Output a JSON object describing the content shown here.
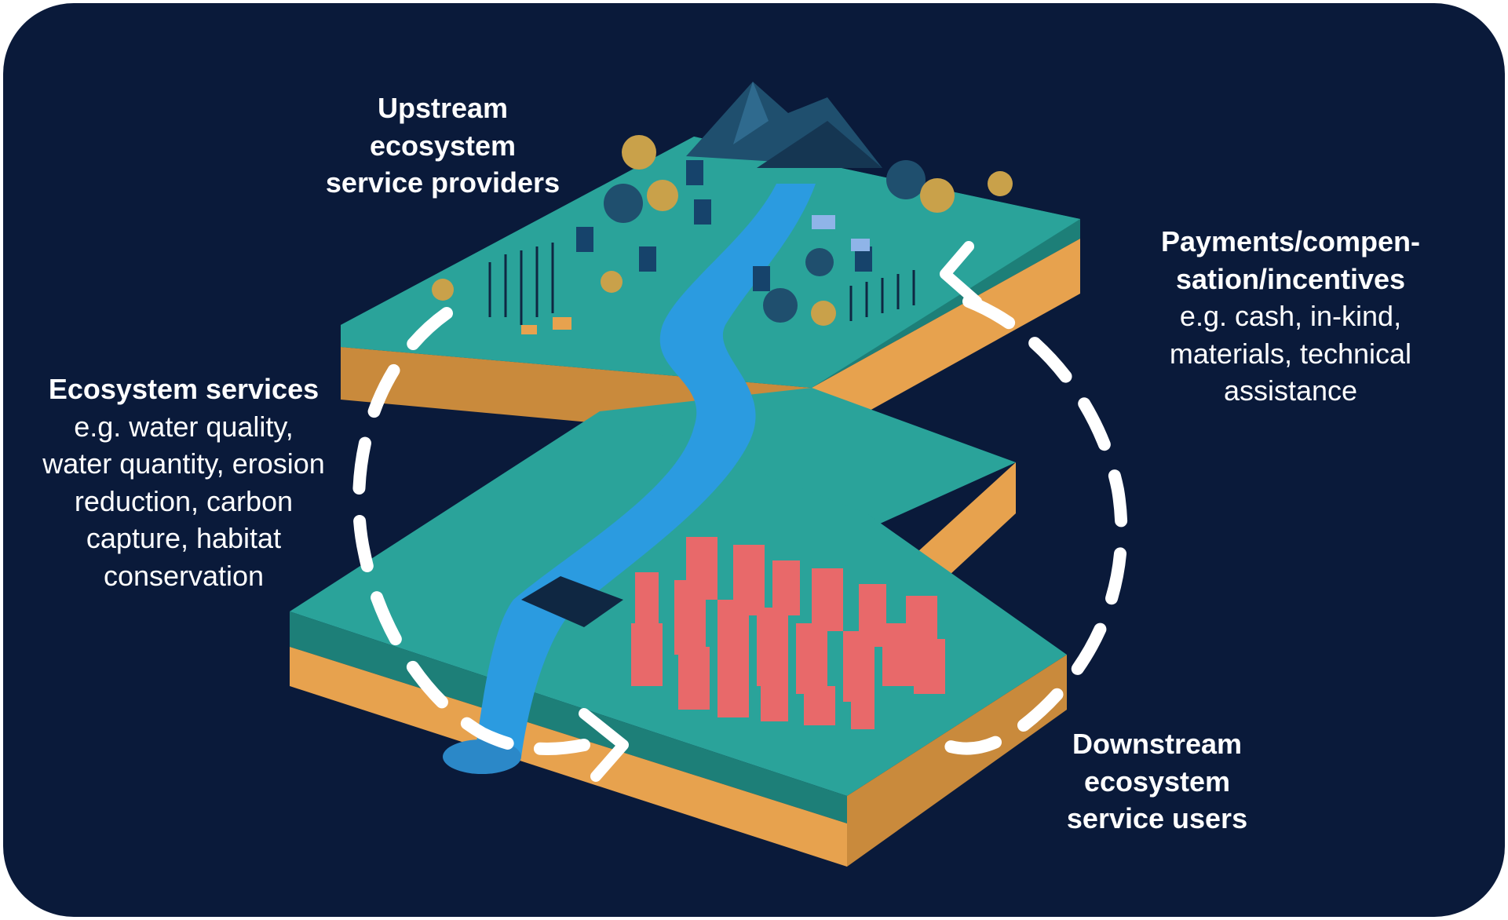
{
  "labels": {
    "upstream": {
      "lines": [
        "Upstream",
        "ecosystem",
        "service providers"
      ]
    },
    "services": {
      "head": "Ecosystem services",
      "lines": [
        "e.g. water quality,",
        "water quantity, erosion",
        "reduction, carbon",
        "capture, habitat",
        "conservation"
      ]
    },
    "payments": {
      "head_lines": [
        "Payments/compen-",
        "sation/incentives"
      ],
      "lines": [
        "e.g. cash, in-kind,",
        "materials, technical",
        "assistance"
      ]
    },
    "downstream": {
      "lines": [
        "Downstream",
        "ecosystem",
        "service users"
      ]
    }
  },
  "colors": {
    "background": "#0a1a3a",
    "grass_top": "#2aa39a",
    "grass_edge": "#1d7f78",
    "soil": "#e7a24e",
    "soil_dark": "#c98a3c",
    "river": "#2b9be0",
    "buildings": "#e8696a",
    "cycle_dashes": "#ffffff"
  }
}
